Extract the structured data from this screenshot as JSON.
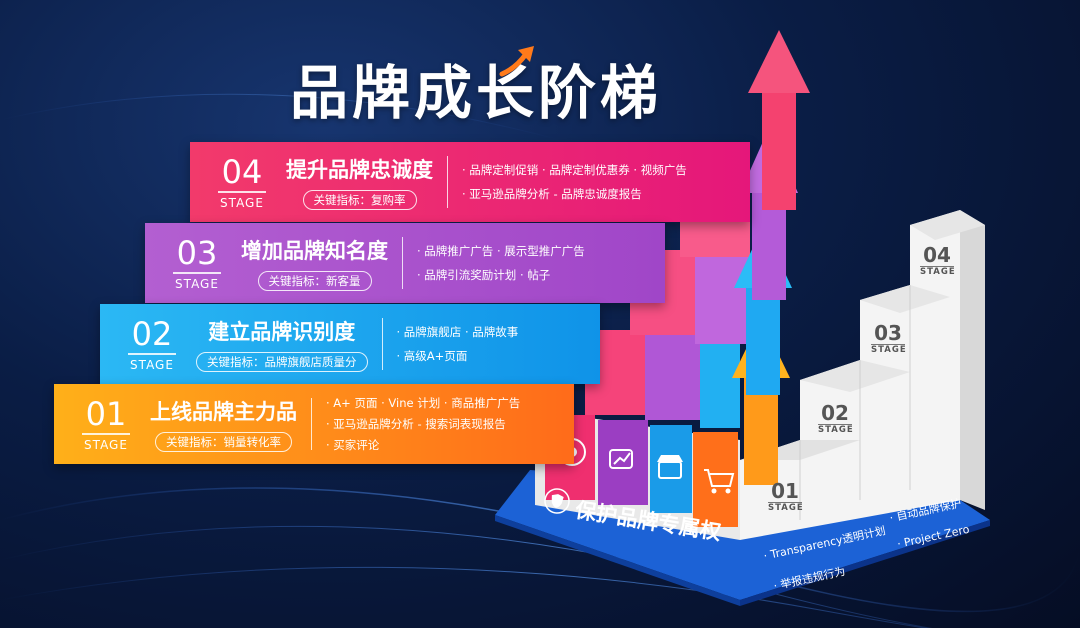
{
  "title": "品牌成长阶梯",
  "stages": [
    {
      "number": "04",
      "stage_label": "STAGE",
      "heading": "提升品牌忠诚度",
      "kpi": "关键指标：复购率",
      "items_line1": "· 品牌定制促销 · 品牌定制优惠券 · 视频广告",
      "items_line2": "· 亚马逊品牌分析 - 品牌忠诚度报告"
    },
    {
      "number": "03",
      "stage_label": "STAGE",
      "heading": "增加品牌知名度",
      "kpi": "关键指标：新客量",
      "items_line1": "· 品牌推广广告 · 展示型推广广告",
      "items_line2": "· 品牌引流奖励计划 · 帖子"
    },
    {
      "number": "02",
      "stage_label": "STAGE",
      "heading": "建立品牌识别度",
      "kpi": "关键指标：品牌旗舰店质量分",
      "items_line1": "· 品牌旗舰店 · 品牌故事",
      "items_line2": "· 高级A+页面"
    },
    {
      "number": "01",
      "stage_label": "STAGE",
      "heading": "上线品牌主力品",
      "kpi": "关键指标：销量转化率",
      "items_line1": "· A+ 页面 · Vine 计划 · 商品推广广告",
      "items_line2": "· 亚马逊品牌分析 - 搜索词表现报告",
      "items_line3": "· 买家评论"
    }
  ],
  "stairs": {
    "labels": [
      "01",
      "02",
      "03",
      "04"
    ],
    "stage_word": "STAGE"
  },
  "base": {
    "title": "保护品牌专属权",
    "item1": "· Transparency透明计划",
    "item2": "· 举报违规行为",
    "item3": "· 自动品牌保护",
    "item4": "· Project  Zero"
  },
  "colors": {
    "stage4": "#f23a6b",
    "stage3": "#a94fcc",
    "stage2": "#19a6ee",
    "stage1": "#ff8a1a",
    "base": "#1c62d6"
  }
}
